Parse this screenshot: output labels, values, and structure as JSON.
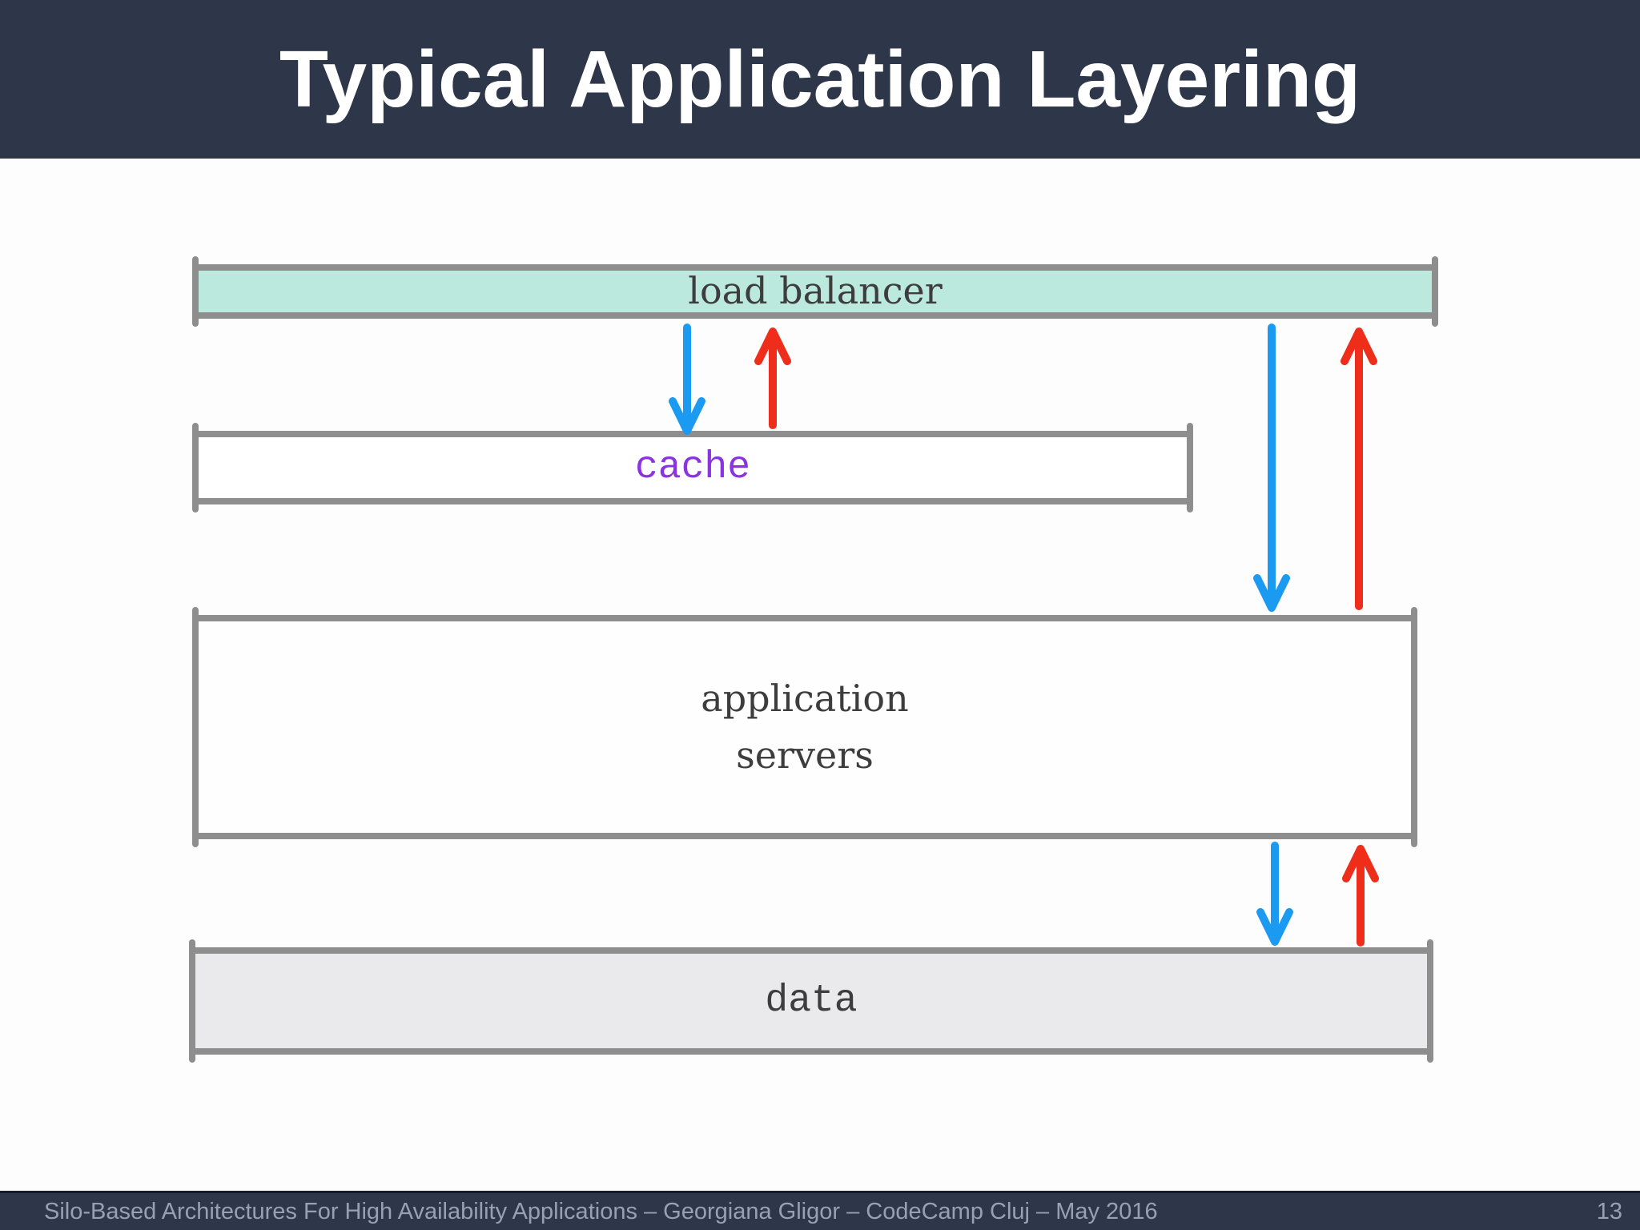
{
  "header": {
    "title": "Typical Application Layering"
  },
  "layers": {
    "load_balancer": {
      "label": "load balancer",
      "fill": "#bce9de"
    },
    "cache": {
      "label": "cache",
      "fill": "#ffffff",
      "text_color": "#8a33e0"
    },
    "application_servers": {
      "label": "application\nservers",
      "fill": "#fefefe"
    },
    "data": {
      "label": "data",
      "fill": "#eae9eb"
    }
  },
  "arrows": [
    {
      "from": "load balancer",
      "to": "cache",
      "direction": "down",
      "color": "#1b9af2"
    },
    {
      "from": "cache",
      "to": "load balancer",
      "direction": "up",
      "color": "#ee2d1a"
    },
    {
      "from": "load balancer",
      "to": "application servers",
      "direction": "down",
      "color": "#1b9af2"
    },
    {
      "from": "application servers",
      "to": "load balancer",
      "direction": "up",
      "color": "#ee2d1a"
    },
    {
      "from": "application servers",
      "to": "data",
      "direction": "down",
      "color": "#1b9af2"
    },
    {
      "from": "data",
      "to": "application servers",
      "direction": "up",
      "color": "#ee2d1a"
    }
  ],
  "footer": {
    "left_text": "Silo-Based Architectures For High Availability Applications – Georgiana Gligor – CodeCamp Cluj – May 2016",
    "page_number": "13"
  },
  "colors": {
    "header_bg": "#2e3749",
    "body_bg": "#fdfdfd",
    "box_border": "#8e8e8e",
    "load_balancer_fill": "#bce9de",
    "cache_fill": "#ffffff",
    "app_servers_fill": "#fefefe",
    "data_fill": "#eae9eb",
    "request_arrow": "#1b9af2",
    "response_arrow": "#ee2d1a",
    "cache_text": "#8a33e0",
    "label_text": "#3d3d3d",
    "title_text": "#ffffff",
    "footer_text": "#97a0b4"
  }
}
